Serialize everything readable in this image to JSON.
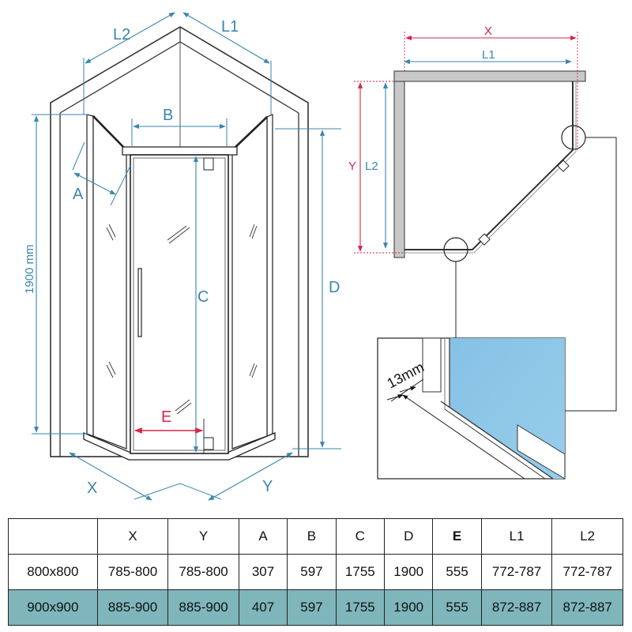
{
  "front_view": {
    "labels": {
      "L2": "L2",
      "L1": "L1",
      "A": "A",
      "B": "B",
      "C": "C",
      "D": "D",
      "E": "E",
      "X": "X",
      "Y": "Y",
      "height": "1900 mm"
    }
  },
  "top_view": {
    "labels": {
      "X": "X",
      "L1": "L1",
      "Y": "Y",
      "L2": "L2"
    }
  },
  "detail_view": {
    "label": "13mm"
  },
  "colors": {
    "dimension_blue": "#3a86ad",
    "dimension_red": "#d4254a",
    "glass_blue": "#8ec6e6",
    "table_highlight": "#7fb6bb"
  },
  "table": {
    "headers": [
      "",
      "X",
      "Y",
      "A",
      "B",
      "C",
      "D",
      "E",
      "L1",
      "L2"
    ],
    "rows": [
      [
        "800x800",
        "785-800",
        "785-800",
        "307",
        "597",
        "1755",
        "1900",
        "555",
        "772-787",
        "772-787"
      ],
      [
        "900x900",
        "885-900",
        "885-900",
        "407",
        "597",
        "1755",
        "1900",
        "555",
        "872-887",
        "872-887"
      ]
    ]
  }
}
